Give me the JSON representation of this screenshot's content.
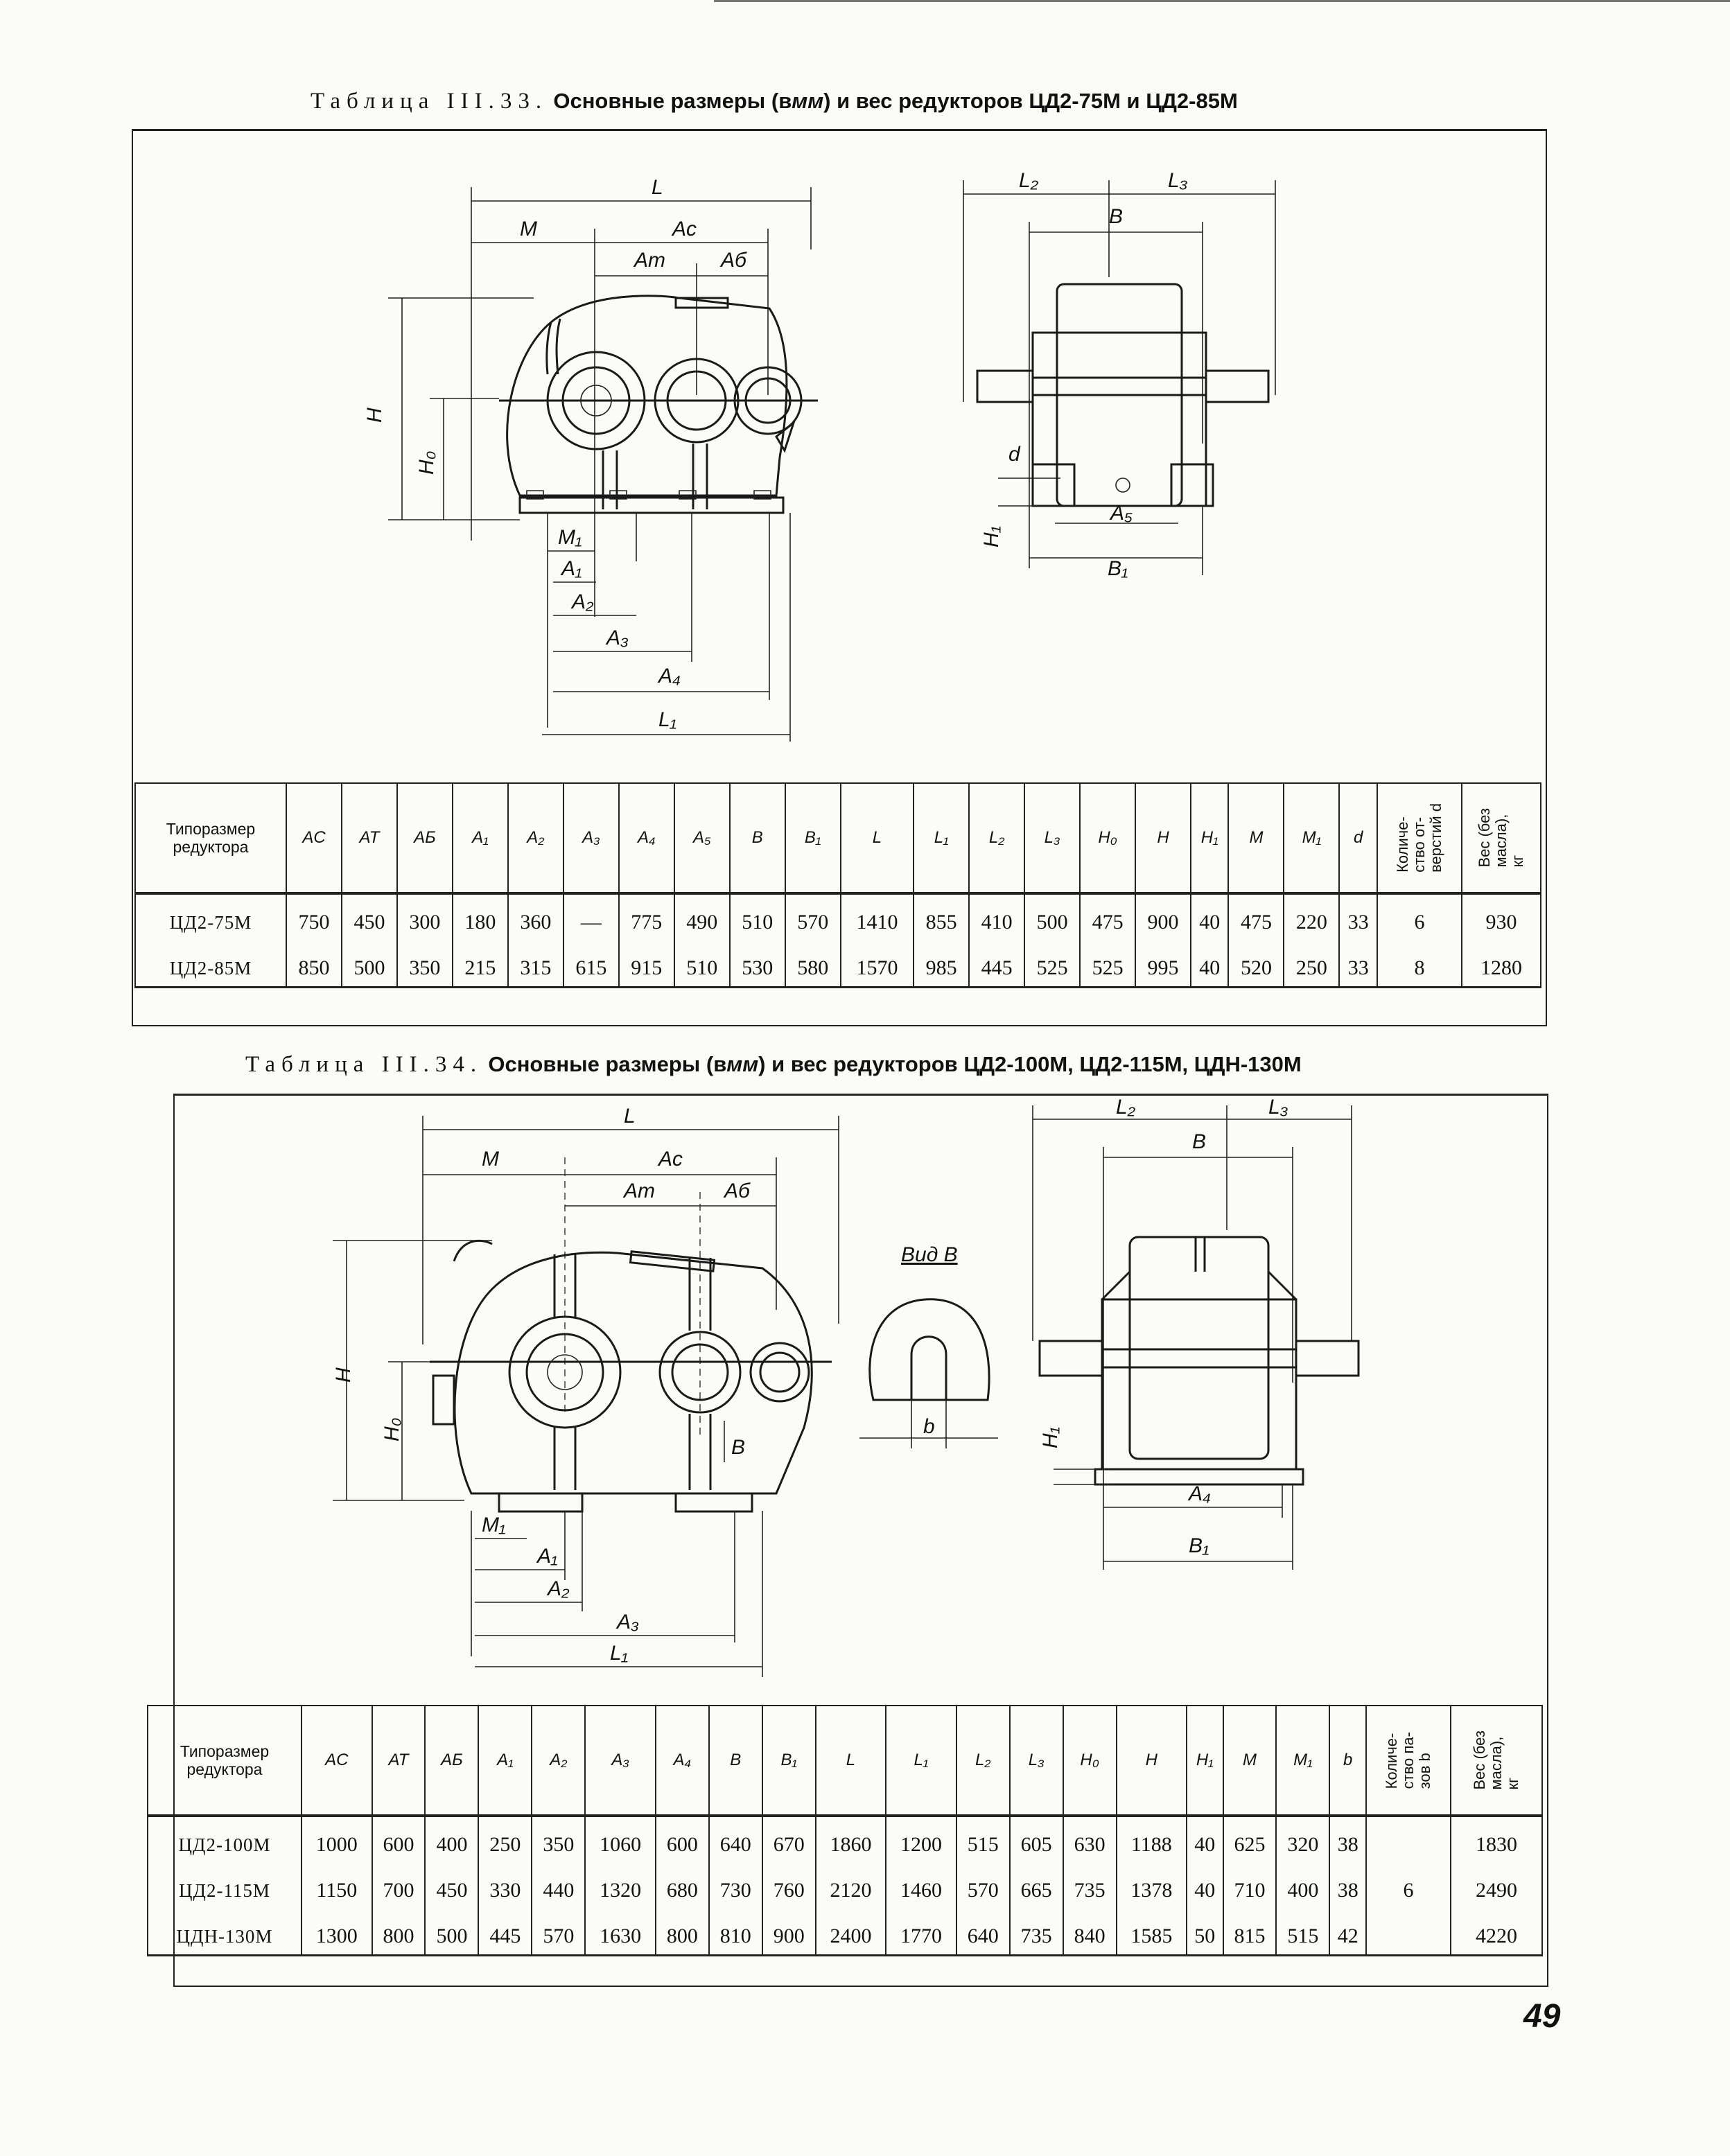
{
  "table33": {
    "caption_lead": "Таблица III.33.",
    "caption_text": "Основные размеры (в",
    "caption_unit": "мм",
    "caption_rest": ") и вес редукторов ЦД2-75М и ЦД2-85М",
    "headers": [
      "Типоразмер редуктора",
      "AC",
      "AT",
      "AБ",
      "A₁",
      "A₂",
      "A₃",
      "A₄",
      "A₅",
      "B",
      "B₁",
      "L",
      "L₁",
      "L₂",
      "L₃",
      "H₀",
      "H",
      "H₁",
      "M",
      "M₁",
      "d",
      "Количе-\nство от-\nверстий d",
      "Вес (без\nмасла),\nкг"
    ],
    "rows": [
      [
        "ЦД2-75М",
        "750",
        "450",
        "300",
        "180",
        "360",
        "—",
        "775",
        "490",
        "510",
        "570",
        "1410",
        "855",
        "410",
        "500",
        "475",
        "900",
        "40",
        "475",
        "220",
        "33",
        "6",
        "930"
      ],
      [
        "ЦД2-85М",
        "850",
        "500",
        "350",
        "215",
        "315",
        "615",
        "915",
        "510",
        "530",
        "580",
        "1570",
        "985",
        "445",
        "525",
        "525",
        "995",
        "40",
        "520",
        "250",
        "33",
        "8",
        "1280"
      ]
    ]
  },
  "table34": {
    "caption_lead": "Таблица III.34.",
    "caption_text": "Основные размеры (в",
    "caption_unit": "мм",
    "caption_rest": ") и вес редукторов ЦД2-100М, ЦД2-115М, ЦДН-130М",
    "view_label": "Вид В",
    "headers": [
      "Типоразмер редуктора",
      "AC",
      "AT",
      "AБ",
      "A₁",
      "A₂",
      "A₃",
      "A₄",
      "B",
      "B₁",
      "L",
      "L₁",
      "L₂",
      "L₃",
      "H₀",
      "H",
      "H₁",
      "M",
      "M₁",
      "b",
      "Количе-\nство па-\nзов b",
      "Вес (без\nмасла),\nкг"
    ],
    "rows": [
      [
        "ЦД2-100М",
        "1000",
        "600",
        "400",
        "250",
        "350",
        "1060",
        "600",
        "640",
        "670",
        "1860",
        "1200",
        "515",
        "605",
        "630",
        "1188",
        "40",
        "625",
        "320",
        "38",
        "",
        "1830"
      ],
      [
        "ЦД2-115М",
        "1150",
        "700",
        "450",
        "330",
        "440",
        "1320",
        "680",
        "730",
        "760",
        "2120",
        "1460",
        "570",
        "665",
        "735",
        "1378",
        "40",
        "710",
        "400",
        "38",
        "6",
        "2490"
      ],
      [
        "ЦДН-130М",
        "1300",
        "800",
        "500",
        "445",
        "570",
        "1630",
        "800",
        "810",
        "900",
        "2400",
        "1770",
        "640",
        "735",
        "840",
        "1585",
        "50",
        "815",
        "515",
        "42",
        "",
        "4220"
      ]
    ]
  },
  "drawing_labels": {
    "L": "L",
    "M": "M",
    "Ac": "Ac",
    "At": "Aт",
    "Ab": "Aб",
    "H": "H",
    "H0": "H₀",
    "M1": "M₁",
    "A1": "A₁",
    "A2": "A₂",
    "A3": "A₃",
    "A4": "A₄",
    "A5": "A₅",
    "L1": "L₁",
    "L2": "L₂",
    "L3": "L₃",
    "B": "B",
    "B1": "B₁",
    "d": "d",
    "H1": "H₁",
    "b": "b"
  },
  "page_number": "49"
}
